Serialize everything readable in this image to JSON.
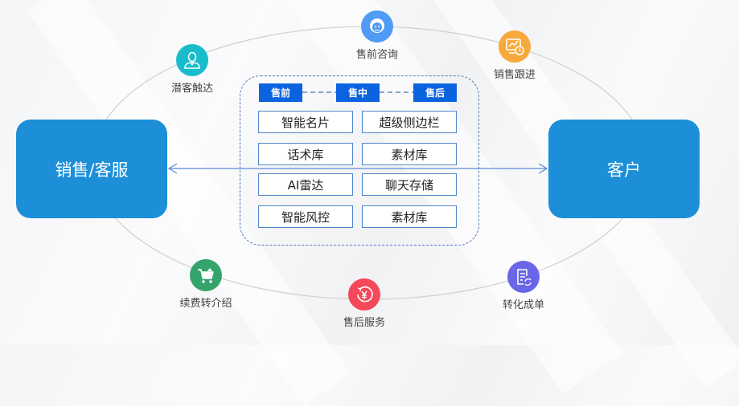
{
  "left_box": {
    "label": "销售/客服"
  },
  "right_box": {
    "label": "客户"
  },
  "stages": [
    {
      "label": "售前"
    },
    {
      "label": "售中"
    },
    {
      "label": "售后"
    }
  ],
  "features": [
    {
      "label": "智能名片"
    },
    {
      "label": "超级侧边栏"
    },
    {
      "label": "话术库"
    },
    {
      "label": "素材库"
    },
    {
      "label": "AI雷达"
    },
    {
      "label": "聊天存储"
    },
    {
      "label": "智能风控"
    },
    {
      "label": "素材库"
    }
  ],
  "cycle_nodes": [
    {
      "label": "售前咨询",
      "icon": "customer-service-icon",
      "color": "#4f9bf5"
    },
    {
      "label": "销售跟进",
      "icon": "chart-clock-icon",
      "color": "#f8a93c"
    },
    {
      "label": "转化成单",
      "icon": "document-refresh-icon",
      "color": "#6a66e8"
    },
    {
      "label": "售后服务",
      "icon": "yen-refresh-icon",
      "color": "#f5485a"
    },
    {
      "label": "续费转介绍",
      "icon": "shopping-cart-icon",
      "color": "#34a46d"
    },
    {
      "label": "潜客触达",
      "icon": "user-icon",
      "color": "#19bccb"
    }
  ],
  "colors": {
    "box": "#1c8fd8",
    "stage": "#0b63e0",
    "panel_border": "#4f77b8",
    "arrow": "#5b8ad8"
  }
}
